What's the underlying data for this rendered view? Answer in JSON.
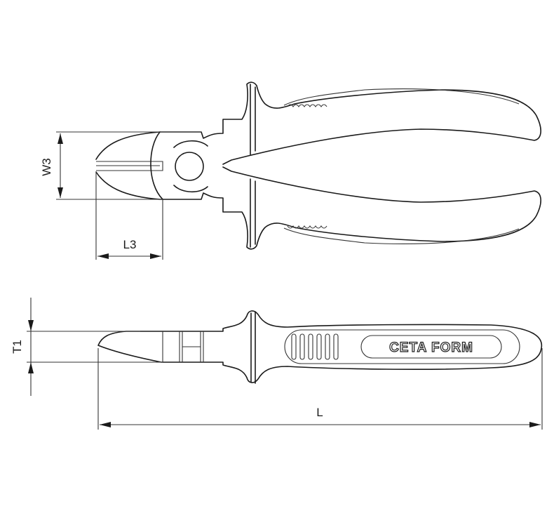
{
  "drawing": {
    "title": "Diagonal cutting pliers technical drawing",
    "views": [
      "top-view",
      "side-view"
    ],
    "dimensions": {
      "w3": "W3",
      "l3": "L3",
      "t1": "T1",
      "l": "L"
    },
    "brand_text": "CETA FORM",
    "colors": {
      "line": "#1a1a1a",
      "background": "#ffffff"
    }
  }
}
